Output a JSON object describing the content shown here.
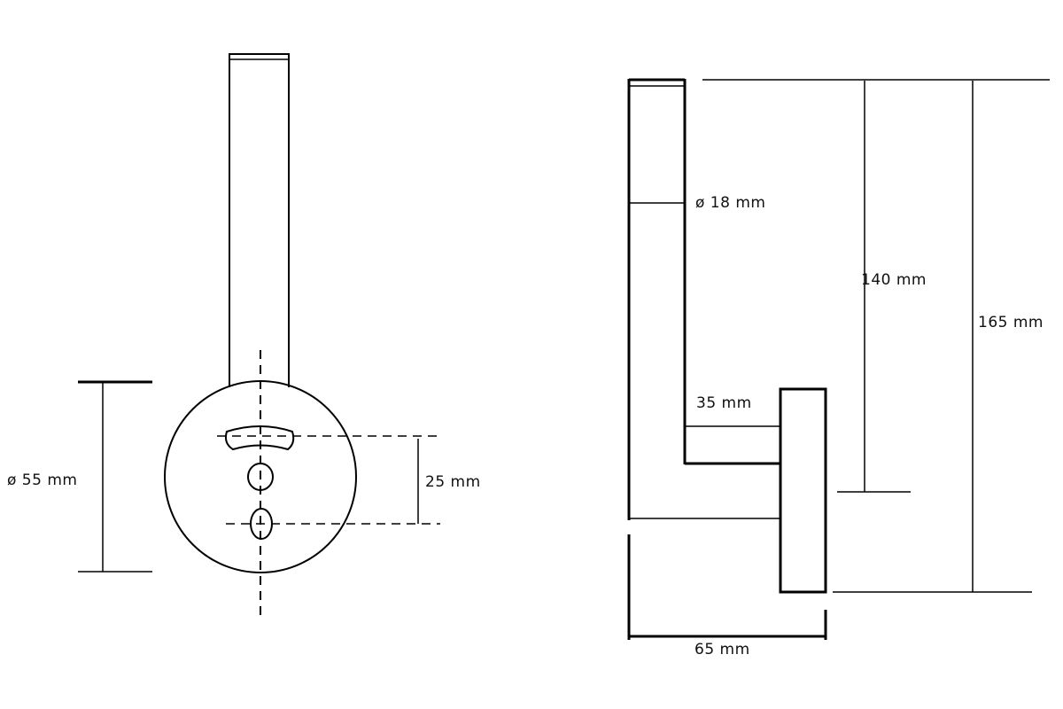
{
  "front_view": {
    "diameter_label": "ø 55 mm",
    "hole_spacing_label": "25 mm"
  },
  "side_view": {
    "rod_diameter_label": "ø 18 mm",
    "clearance_label": "35 mm",
    "arm_height_label": "140 mm",
    "total_height_label": "165 mm",
    "depth_label": "65 mm"
  },
  "colors": {
    "line": "#000000",
    "background": "#ffffff"
  }
}
